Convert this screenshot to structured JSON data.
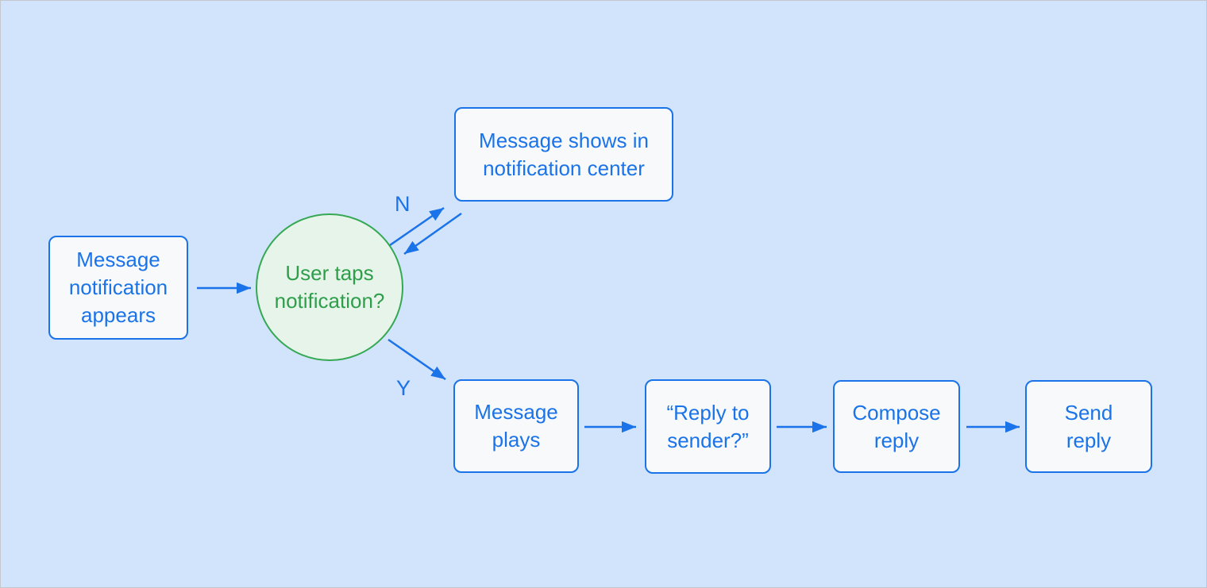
{
  "nodes": {
    "start": {
      "lines": [
        "Message",
        "notification",
        "appears"
      ]
    },
    "decision": {
      "lines": [
        "User taps",
        "notification?"
      ]
    },
    "notification_center": {
      "lines": [
        "Message shows in",
        "notification center"
      ]
    },
    "message_plays": {
      "lines": [
        "Message",
        "plays"
      ]
    },
    "reply_to_sender": {
      "lines": [
        "“Reply to",
        "sender?”"
      ]
    },
    "compose_reply": {
      "lines": [
        "Compose",
        "reply"
      ]
    },
    "send_reply": {
      "lines": [
        "Send",
        "reply"
      ]
    }
  },
  "edge_labels": {
    "no": "N",
    "yes": "Y"
  },
  "colors": {
    "background": "#d2e3fc",
    "node_fill": "#f8f9fa",
    "node_border": "#1a73e8",
    "node_text": "#1a73e8",
    "arrow": "#1a73e8",
    "decision_fill": "#e6f4ea",
    "decision_border": "#34a853",
    "decision_text": "#2e9e4b"
  }
}
